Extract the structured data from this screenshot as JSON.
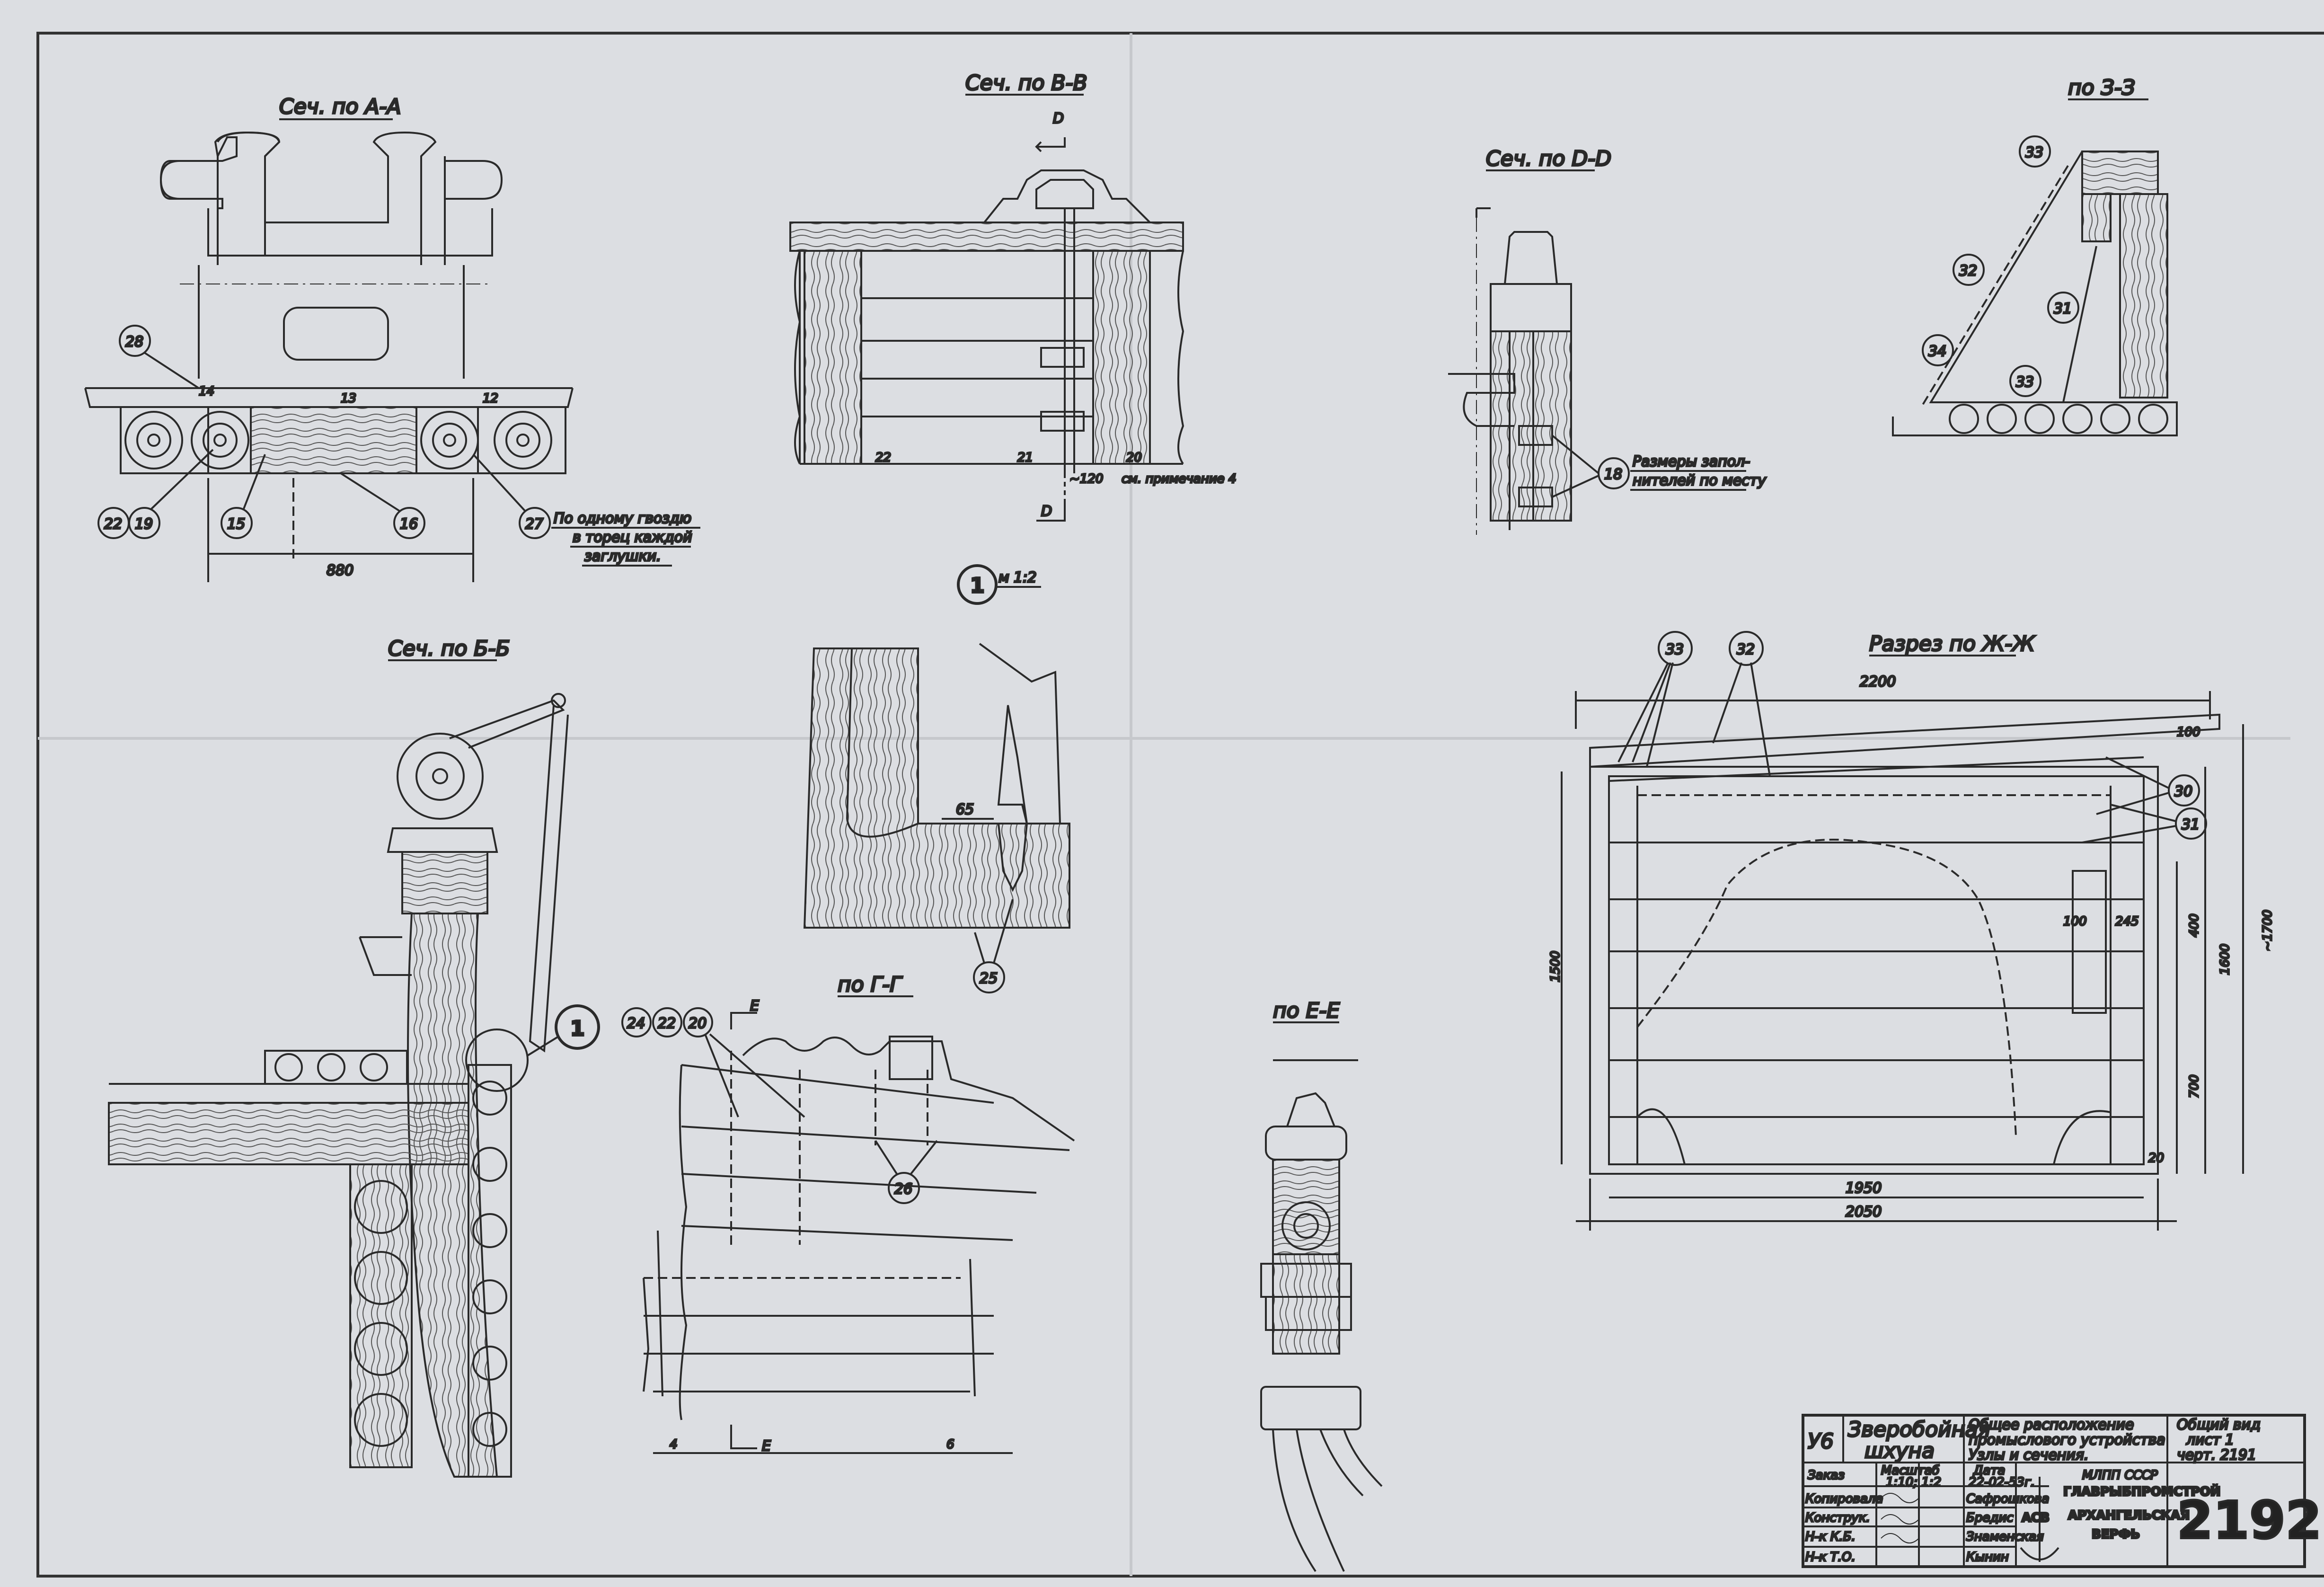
{
  "section_titles": {
    "aa": "Сеч. по А-А",
    "vv": "Сеч. по В-В",
    "dd": "Сеч. по D-D",
    "zz": "по З-З",
    "bb": "Сеч. по Б-Б",
    "detail1": "м 1:2",
    "gg": "по Г-Г",
    "ee": "по Е-Е",
    "zhzh": "Разрез по Ж-Ж"
  },
  "section_marks": {
    "d_top": "D",
    "d_bottom": "D",
    "e_top": "E",
    "e_bottom": "E",
    "detail_ref": "1",
    "detail_ref2": "1"
  },
  "callouts": {
    "aa": [
      "28",
      "22",
      "19",
      "15",
      "16",
      "27"
    ],
    "dd": [
      "18"
    ],
    "zz": [
      "33",
      "32",
      "31",
      "34",
      "33"
    ],
    "detail": [
      "25"
    ],
    "gg": [
      "24",
      "22",
      "20",
      "26"
    ],
    "zhzh": [
      "33",
      "32",
      "30",
      "31"
    ]
  },
  "dimensions": {
    "aa_880": "880",
    "aa_14": "14",
    "aa_13": "13",
    "aa_12": "12",
    "vv_22": "22",
    "vv_21": "21",
    "vv_20": "20",
    "vv_120": "~120",
    "detail_65": "65",
    "gg_4": "4",
    "gg_6": "6",
    "zh_2200": "2200",
    "zh_100a": "100",
    "zh_1500": "1500",
    "zh_100b": "100",
    "zh_245": "245",
    "zh_400": "400",
    "zh_1600": "1600",
    "zh_1700": "~1700",
    "zh_700": "700",
    "zh_1950": "1950",
    "zh_2050": "2050",
    "zh_20": "20"
  },
  "notes": {
    "aa_nail_1": "По одному гвоздю",
    "aa_nail_2": "в торец каждой",
    "aa_nail_3": "заглушки.",
    "vv_note": "см. примечание 4",
    "dd_note_1": "Размеры запол-",
    "dd_note_2": "нителей по месту"
  },
  "title_block": {
    "code": "У6",
    "vessel_1": "Зверобойная",
    "vessel_2": "шхуна",
    "title_1": "Общее расположение",
    "title_2": "промыслового устройства",
    "title_3": "Узлы и сечения.",
    "view_1": "Общий вид",
    "view_2": "лист 1",
    "view_3": "черт. 2191",
    "order": "Заказ",
    "scale_label": "Масштаб",
    "scale_value": "1:10; 1:2",
    "date_label": "Дата",
    "date_value": "22-02-53г.",
    "roles": [
      "Копировала",
      "Конструк.",
      "Н-к К.Б.",
      "Н-к Т.О."
    ],
    "names": [
      "Сафрошкова",
      "Бредис",
      "Знаменская",
      "Кынин"
    ],
    "org_1": "МЛПП СССР",
    "org_2": "ГЛАВРЫБПРОМСТРОЙ",
    "org_3": "АРХАНГЕЛЬСКАЯ",
    "org_4": "ВЕРФЬ",
    "logo_text": "АСВ",
    "number": "2192"
  }
}
